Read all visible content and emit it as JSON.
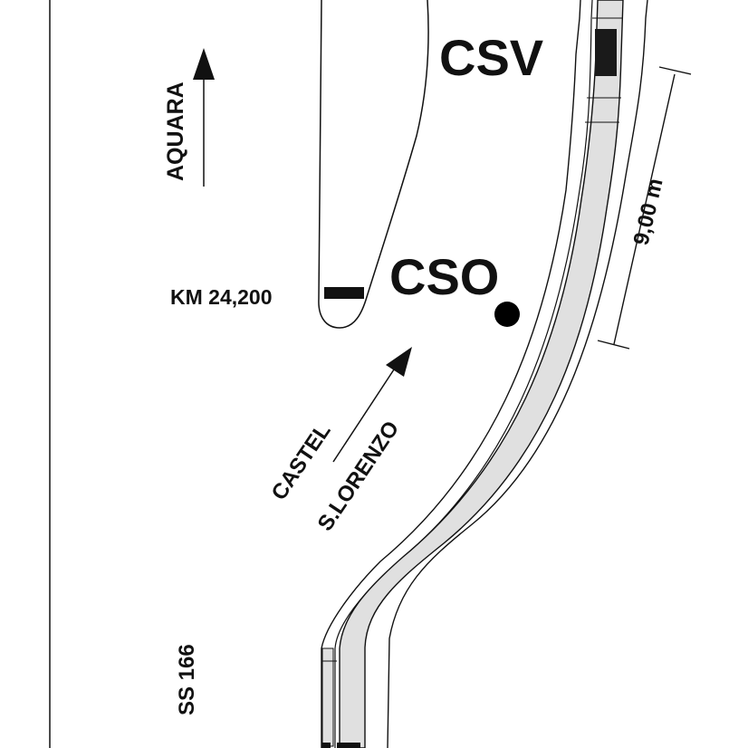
{
  "labels": {
    "csv": "CSV",
    "cso": "CSO",
    "aquara": "AQUARA",
    "km": "KM 24,200",
    "distance": "9,00 m",
    "castel": "CASTEL",
    "slorenzo": "S.LORENZO",
    "road": "SS 166"
  },
  "colors": {
    "background": "#ffffff",
    "line": "#111111",
    "road_fill": "#e0e0e0",
    "marker": "#000000"
  }
}
